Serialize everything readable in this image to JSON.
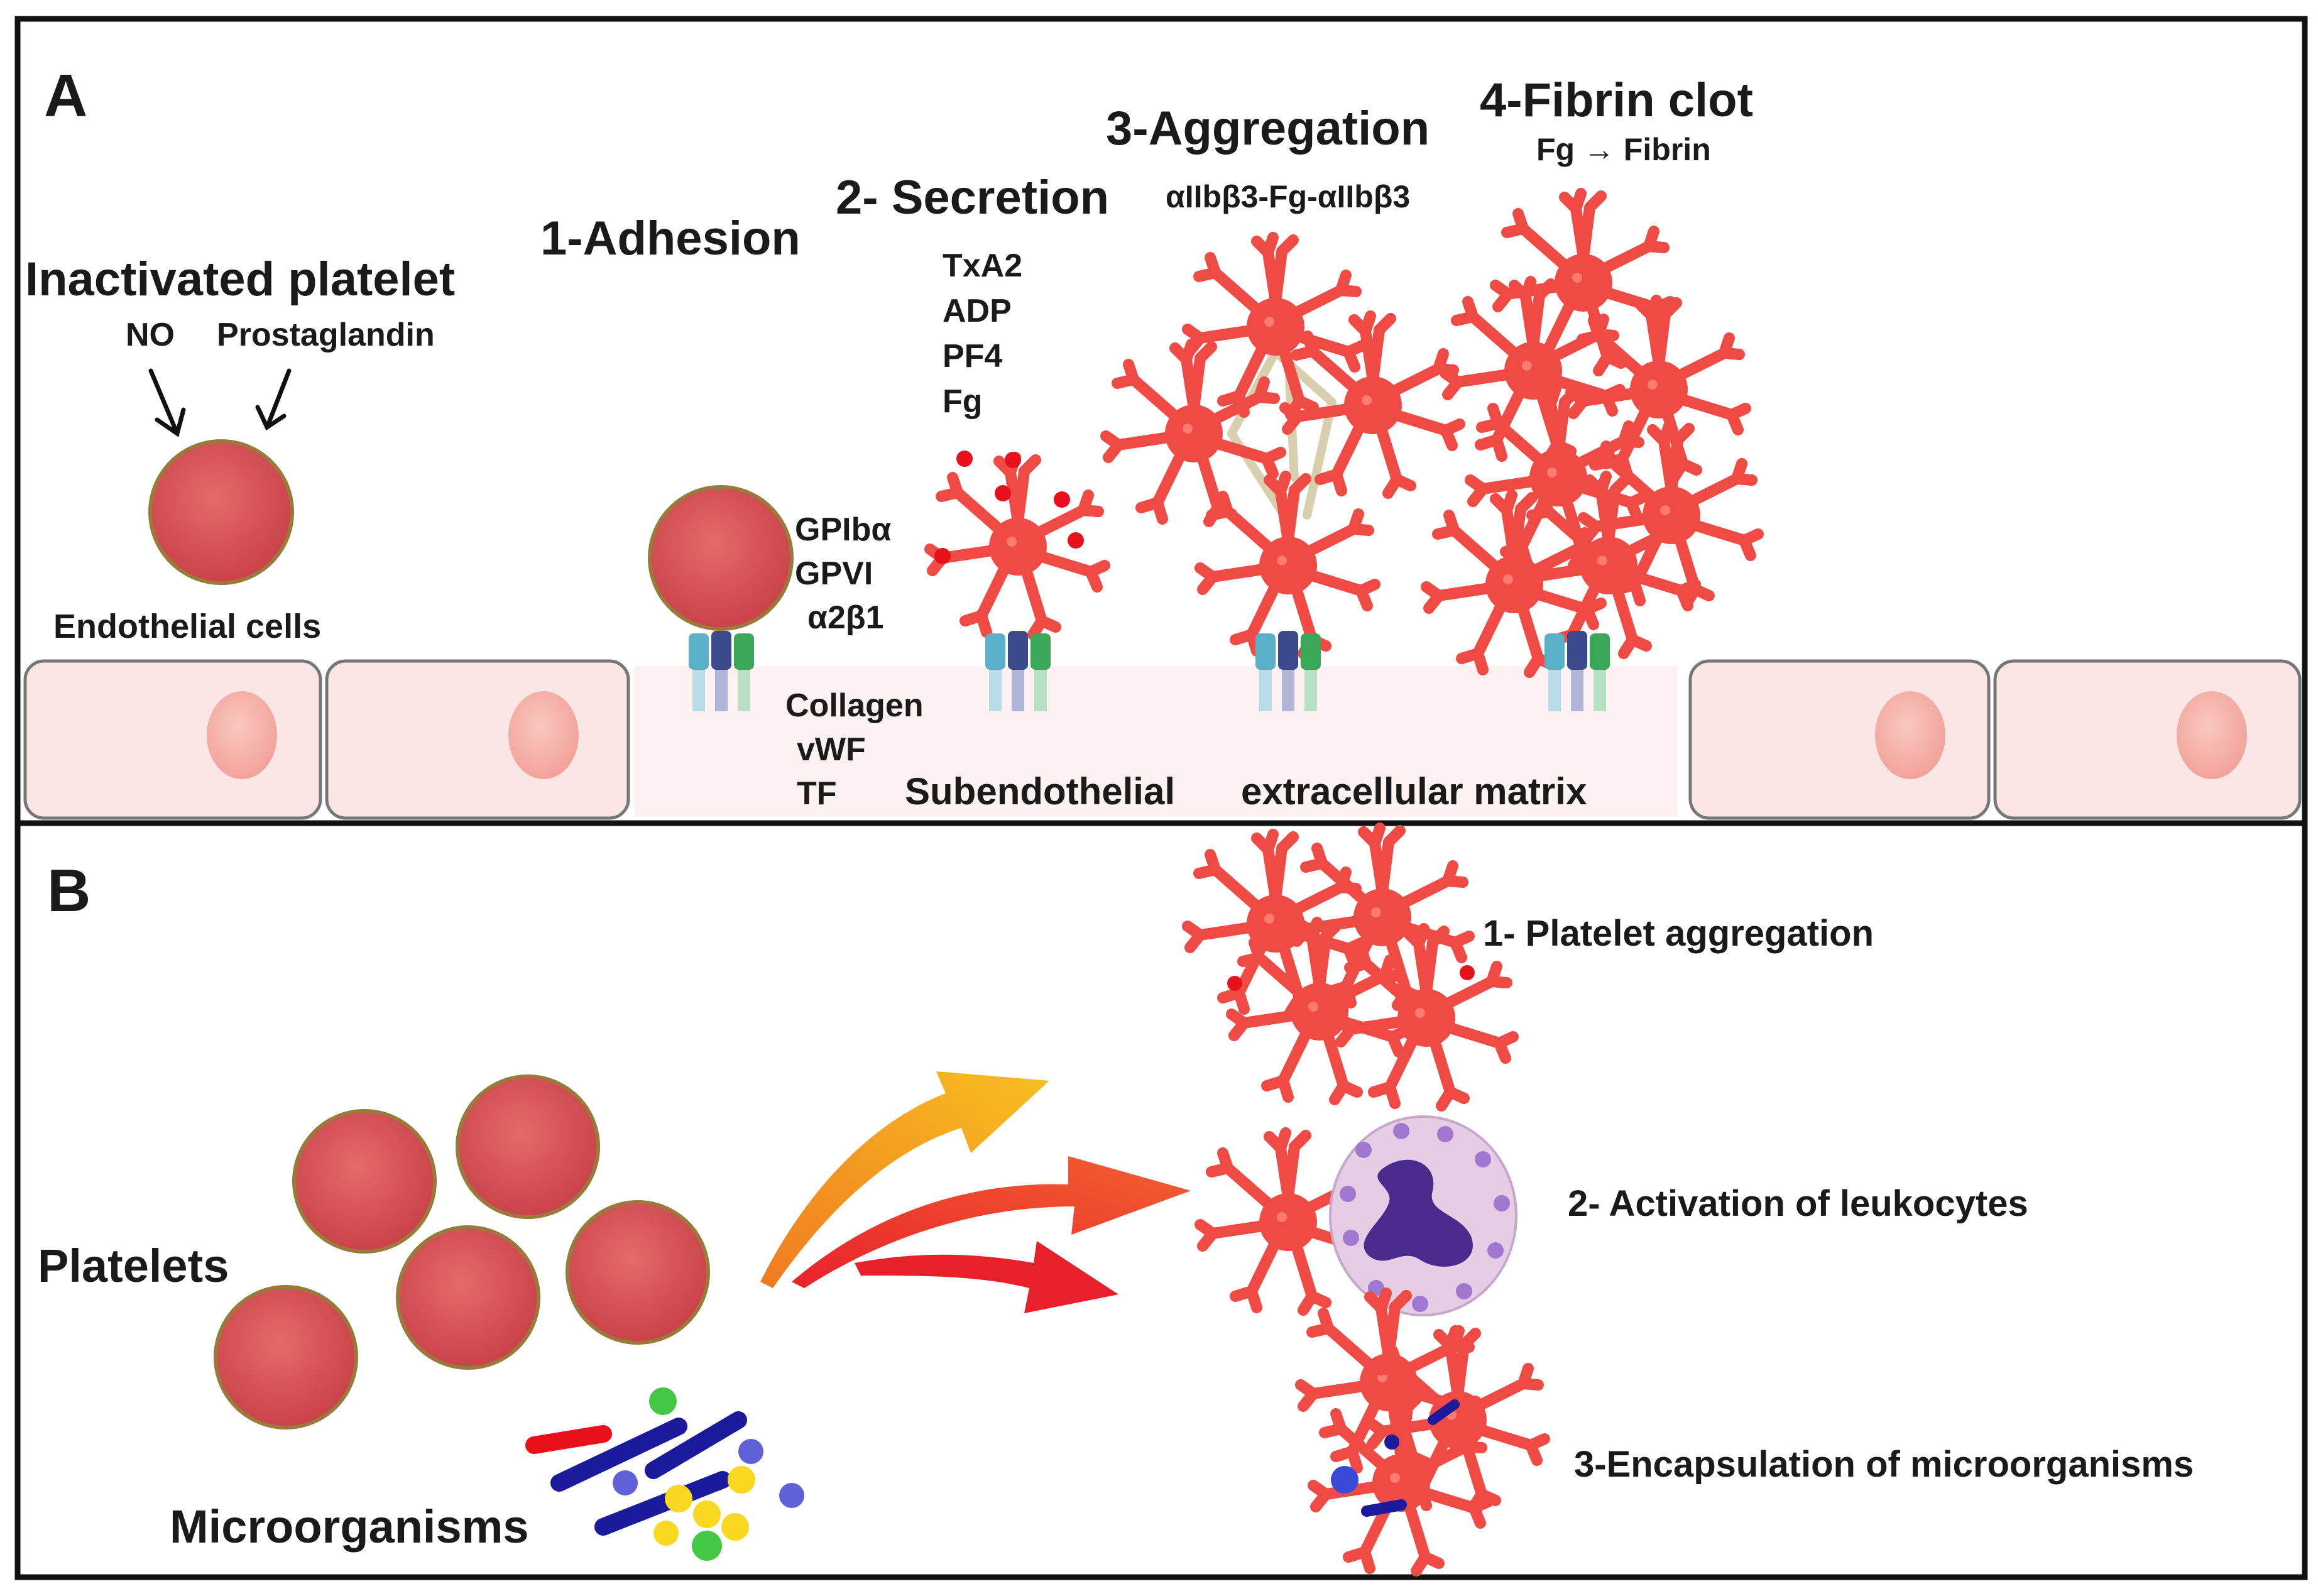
{
  "panel_a": {
    "letter": "A",
    "inactivated_title": "Inactivated platelet",
    "no_label": "NO",
    "prostaglandin_label": "Prostaglandin",
    "endothelial_label": "Endothelial cells",
    "step1_title": "1-Adhesion",
    "receptors": [
      "GPIbα",
      "GPVI",
      "α2β1"
    ],
    "ligands": [
      "Collagen",
      "vWF",
      "TF"
    ],
    "step2_title": "2- Secretion",
    "secreted": [
      "TxA2",
      "ADP",
      "PF4",
      "Fg"
    ],
    "step3_title": "3-Aggregation",
    "step3_subtitle": "αIIbβ3-Fg-αIIbβ3",
    "step4_title": "4-Fibrin clot",
    "step4_subtitle": "Fg → Fibrin",
    "matrix_label_1": "Subendothelial",
    "matrix_label_2": "extracellular matrix"
  },
  "panel_b": {
    "letter": "B",
    "platelets_label": "Platelets",
    "microorganisms_label": "Microorganisms",
    "outcome1": "1- Platelet aggregation",
    "outcome2": "2- Activation of leukocytes",
    "outcome3": "3-Encapsulation of microorganisms"
  },
  "colors": {
    "platelet_fill": "#d9555a",
    "platelet_rim": "#9a7a3a",
    "activated_platelet": "#f04a45",
    "endothelial_fill": "#fbe6e6",
    "nucleus": "#f6b9b3",
    "receptor_cyan": "#5ab0c8",
    "receptor_navy": "#3a4a8c",
    "receptor_green": "#3aa858",
    "leukocyte_body": "#e6cde6",
    "leukocyte_nucleus": "#4a2a8a",
    "arrow_yellow": "#f5b020",
    "arrow_red": "#e8282a"
  }
}
